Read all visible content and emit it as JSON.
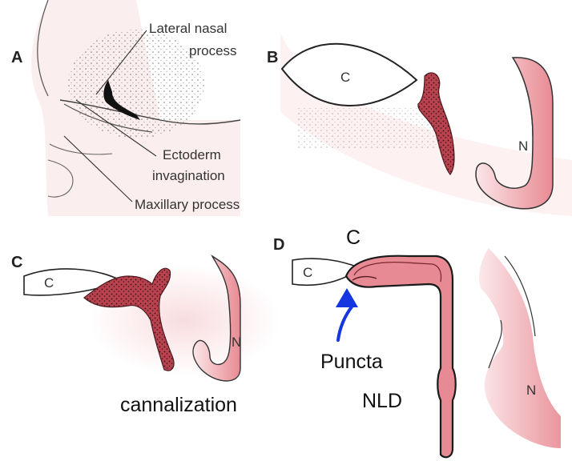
{
  "panels": {
    "a": {
      "letter": "A",
      "labels": [
        "Lateral nasal",
        "process",
        "Ectoderm",
        "invagination",
        "Maxillary process"
      ]
    },
    "b": {
      "letter": "B",
      "canaliculus": "C",
      "nose": "N"
    },
    "c": {
      "letter": "C",
      "canaliculus": "C",
      "nose": "N",
      "caption": "cannalization"
    },
    "d": {
      "letter": "D",
      "canaliculus": "C",
      "top_label": "C",
      "arrow_label": "Puncta",
      "duct_label": "NLD",
      "nose": "N"
    }
  },
  "colors": {
    "tissue_pink": "#e88a93",
    "tissue_dark": "#b8434f",
    "arrow_blue": "#1535e0",
    "outline": "#333333"
  }
}
